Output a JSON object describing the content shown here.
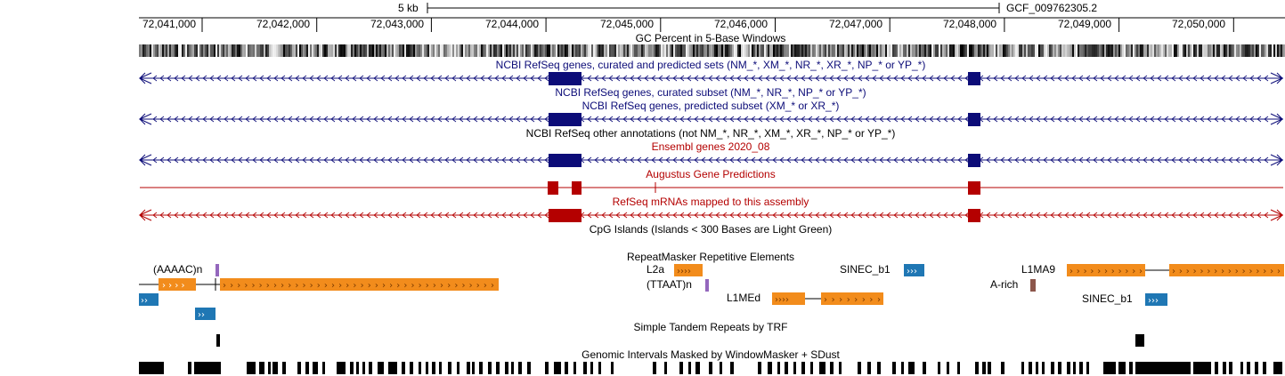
{
  "ruler": {
    "scale_label": "5 kb",
    "assembly": "GCF_009762305.2",
    "positions": [
      "72,041,000",
      "72,042,000",
      "72,043,000",
      "72,044,000",
      "72,045,000",
      "72,046,000",
      "72,047,000",
      "72,048,000",
      "72,049,000",
      "72,050,000"
    ]
  },
  "tracks": {
    "gc_percent": "GC Percent in 5-Base Windows",
    "refseq_all": "NCBI RefSeq genes, curated and predicted sets (NM_*, XM_*, NR_*, XR_*, NP_* or YP_*)",
    "refseq_curated": "NCBI RefSeq genes, curated subset (NM_*, NR_*, NP_* or YP_*)",
    "refseq_predicted": "NCBI RefSeq genes, predicted subset (XM_* or XR_*)",
    "refseq_other": "NCBI RefSeq other annotations (not NM_*, NR_*, XM_*, XR_*, NP_* or YP_*)",
    "ensembl": "Ensembl genes 2020_08",
    "augustus": "Augustus Gene Predictions",
    "refseq_mrna": "RefSeq mRNAs mapped to this assembly",
    "cpg": "CpG Islands (Islands < 300 Bases are Light Green)",
    "repeatmasker": "RepeatMasker Repetitive Elements",
    "simple_repeats": "Simple Tandem Repeats by TRF",
    "windowmasker": "Genomic Intervals Masked by WindowMasker + SDust"
  },
  "repeats": {
    "aaaac": "(AAAAC)n",
    "l2a": "L2a",
    "ttaat": "(TTAAT)n",
    "sinec1": "SINEC_b1",
    "l1ma9": "L1MA9",
    "arich": "A-rich",
    "l1med": "L1MEd",
    "sinec2": "SINEC_b1"
  },
  "colors": {
    "navy_gene": "#0c0c78",
    "red_gene": "#b40000",
    "repeat_orange": "#f28c1c",
    "repeat_blue": "#1f77b4",
    "repeat_purple": "#9467bd",
    "repeat_brown": "#8c564b"
  }
}
